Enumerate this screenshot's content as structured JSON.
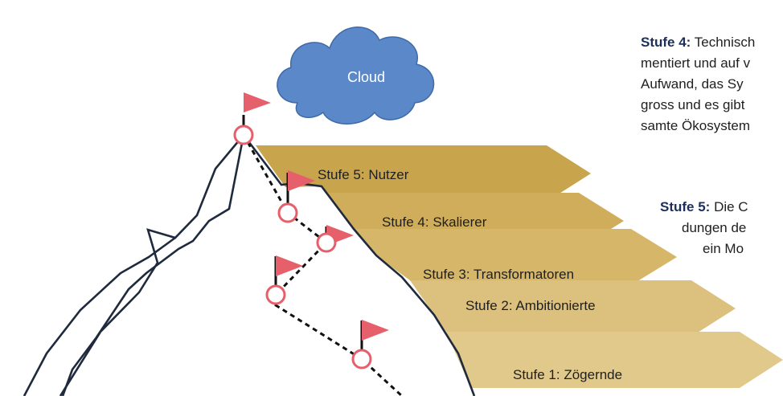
{
  "cloud": {
    "label": "Cloud",
    "color": "#5b88c9"
  },
  "stages": [
    {
      "label": "Stufe 5: Nutzer",
      "color": "#c8a44d"
    },
    {
      "label": "Stufe 4: Skalierer",
      "color": "#d0ad5a"
    },
    {
      "label": "Stufe 3: Transformatoren",
      "color": "#d6b76a"
    },
    {
      "label": "Stufe 2: Ambitionierte",
      "color": "#dcc07d"
    },
    {
      "label": "Stufe 1: Zögernde",
      "color": "#e1c98c"
    }
  ],
  "text_block_4": {
    "heading": "Stufe 4:",
    "lines": [
      "Technisch",
      "mentiert und auf v",
      "Aufwand, das Sy",
      "gross und es gibt",
      "samte Ökosystem"
    ]
  },
  "text_block_5": {
    "heading": "Stufe 5:",
    "lines": [
      "Die C",
      "dungen de",
      "ein Mo"
    ]
  },
  "colors": {
    "flag": "#e5606b",
    "marker": "#e5606b",
    "mountain": "#1f2a3d",
    "heading": "#1c2f5a"
  }
}
